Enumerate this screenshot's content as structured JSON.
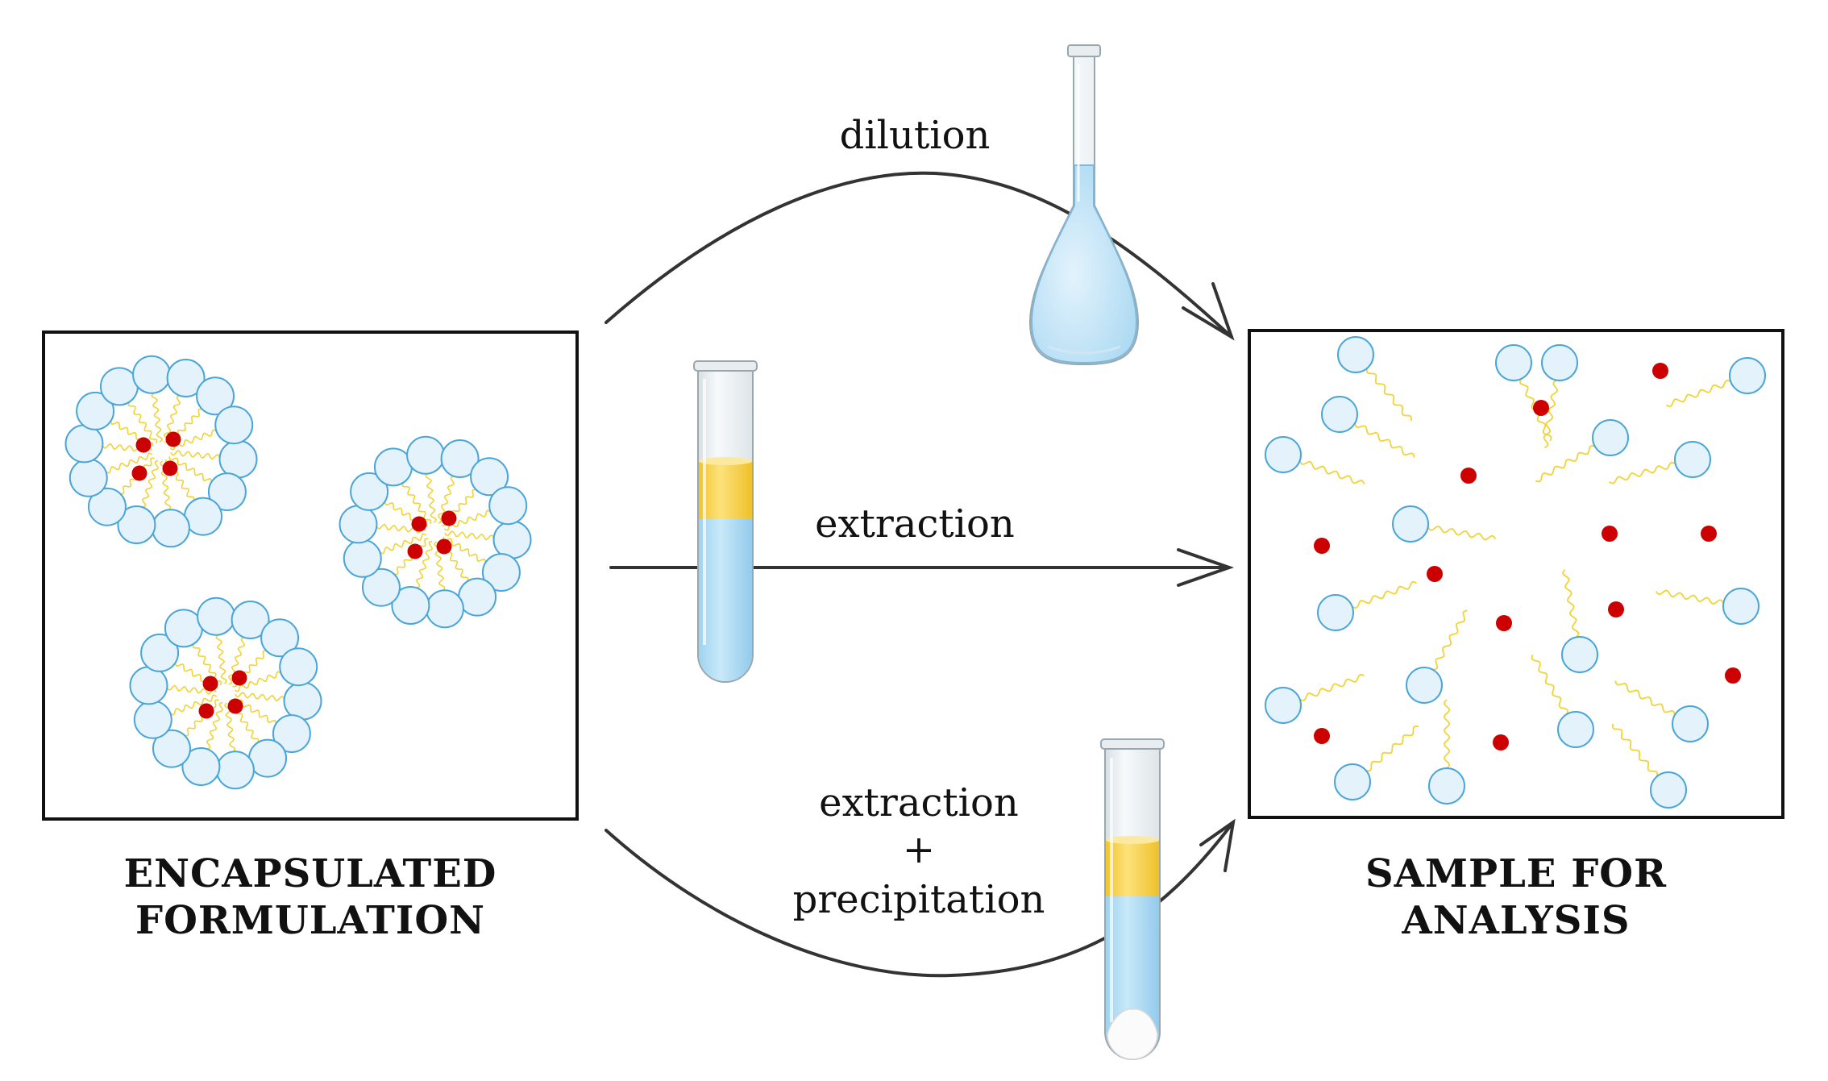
{
  "diagram": {
    "left_box": {
      "title_line1": "ENCAPSULATED",
      "title_line2": "FORMULATION"
    },
    "right_box": {
      "title_line1": "SAMPLE FOR",
      "title_line2": "ANALYSIS"
    },
    "routes": [
      {
        "id": "dilution",
        "label": "dilution",
        "apparatus": "volumetric-flask-icon"
      },
      {
        "id": "extraction",
        "label": "extraction",
        "apparatus": "test-tube-two-layer-icon"
      },
      {
        "id": "extraction-precipitation",
        "label_line1": "extraction",
        "label_line2": "+",
        "label_line3": "precipitation",
        "apparatus": "test-tube-precipitate-icon"
      }
    ],
    "colors": {
      "head_group_fill": "#e4f2fb",
      "head_group_stroke": "#4aa6d8",
      "tail": "#f2d336",
      "drug": "#cc0000",
      "arrow": "#333333",
      "aqueous_layer": "#b4def5",
      "organic_layer": "#fbd54a"
    }
  }
}
